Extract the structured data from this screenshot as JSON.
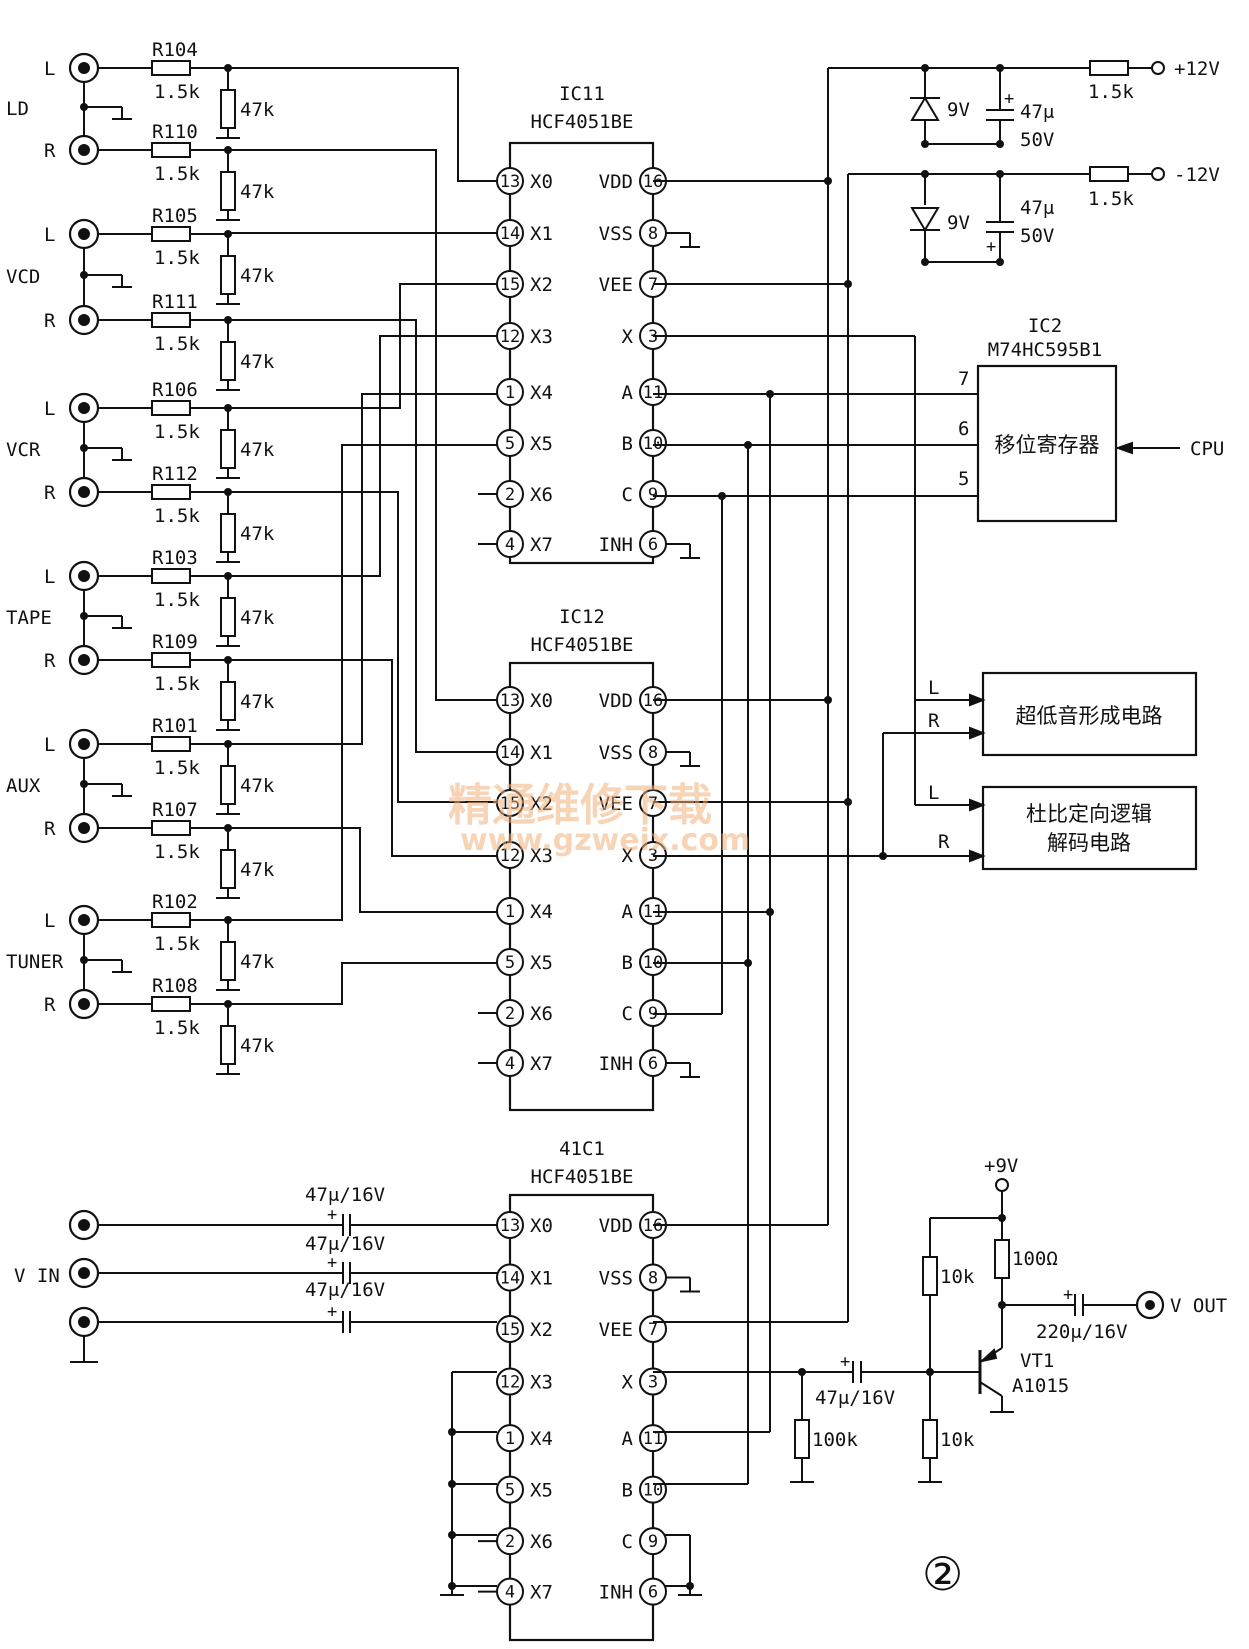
{
  "ic11": {
    "name": "IC11",
    "part": "HCF4051BE"
  },
  "ic12": {
    "name": "IC12",
    "part": "HCF4051BE"
  },
  "ic41": {
    "name": "41C1",
    "part": "HCF4051BE"
  },
  "ic2": {
    "name": "IC2",
    "part": "M74HC595B1",
    "label": "移位寄存器",
    "pins": [
      "7",
      "6",
      "5"
    ]
  },
  "mux_pins_left": [
    {
      "num": "13",
      "name": "X0"
    },
    {
      "num": "14",
      "name": "X1"
    },
    {
      "num": "15",
      "name": "X2"
    },
    {
      "num": "12",
      "name": "X3"
    },
    {
      "num": "1",
      "name": "X4"
    },
    {
      "num": "5",
      "name": "X5"
    },
    {
      "num": "2",
      "name": "X6"
    },
    {
      "num": "4",
      "name": "X7"
    }
  ],
  "mux_pins_right": [
    {
      "num": "16",
      "name": "VDD"
    },
    {
      "num": "8",
      "name": "VSS"
    },
    {
      "num": "7",
      "name": "VEE"
    },
    {
      "num": "3",
      "name": "X"
    },
    {
      "num": "11",
      "name": "A"
    },
    {
      "num": "10",
      "name": "B"
    },
    {
      "num": "9",
      "name": "C"
    },
    {
      "num": "6",
      "name": "INH"
    }
  ],
  "inputs": [
    {
      "source": "LD",
      "l": "L",
      "r": "R",
      "res_l": "R104",
      "res_r": "R110"
    },
    {
      "source": "VCD",
      "l": "L",
      "r": "R",
      "res_l": "R105",
      "res_r": "R111"
    },
    {
      "source": "VCR",
      "l": "L",
      "r": "R",
      "res_l": "R106",
      "res_r": "R112"
    },
    {
      "source": "TAPE",
      "l": "L",
      "r": "R",
      "res_l": "R103",
      "res_r": "R109"
    },
    {
      "source": "AUX",
      "l": "L",
      "r": "R",
      "res_l": "R101",
      "res_r": "R107"
    },
    {
      "source": "TUNER",
      "l": "L",
      "r": "R",
      "res_l": "R102",
      "res_r": "R108"
    }
  ],
  "series_res_value": "1.5k",
  "shunt_res_value": "47k",
  "power": {
    "pos": "+12V",
    "neg": "-12V",
    "res": "1.5k",
    "zener": "9V",
    "cap_value": "47μ",
    "cap_voltage": "50V",
    "plus": "+"
  },
  "cpu_label": "CPU",
  "outputs": {
    "bass": "超低音形成电路",
    "dolby": "杜比定向逻辑\n解码电路",
    "dolby_line1": "杜比定向逻辑",
    "dolby_line2": "解码电路",
    "L": "L",
    "R": "R"
  },
  "video": {
    "in_label": "V IN",
    "cap": "47μ/16V",
    "plus": "+",
    "vcc": "+9V",
    "r_top": "10k",
    "r_bot": "10k",
    "r_emit": "100Ω",
    "r_load": "100k",
    "c_in": "47μ/16V",
    "c_out": "220μ/16V",
    "transistor": "VT1",
    "transistor_part": "A1015",
    "out_label": "V OUT"
  },
  "watermark": {
    "line1": "精通维修下载",
    "line2": "www.gzweix.com"
  },
  "figure_number": "②"
}
